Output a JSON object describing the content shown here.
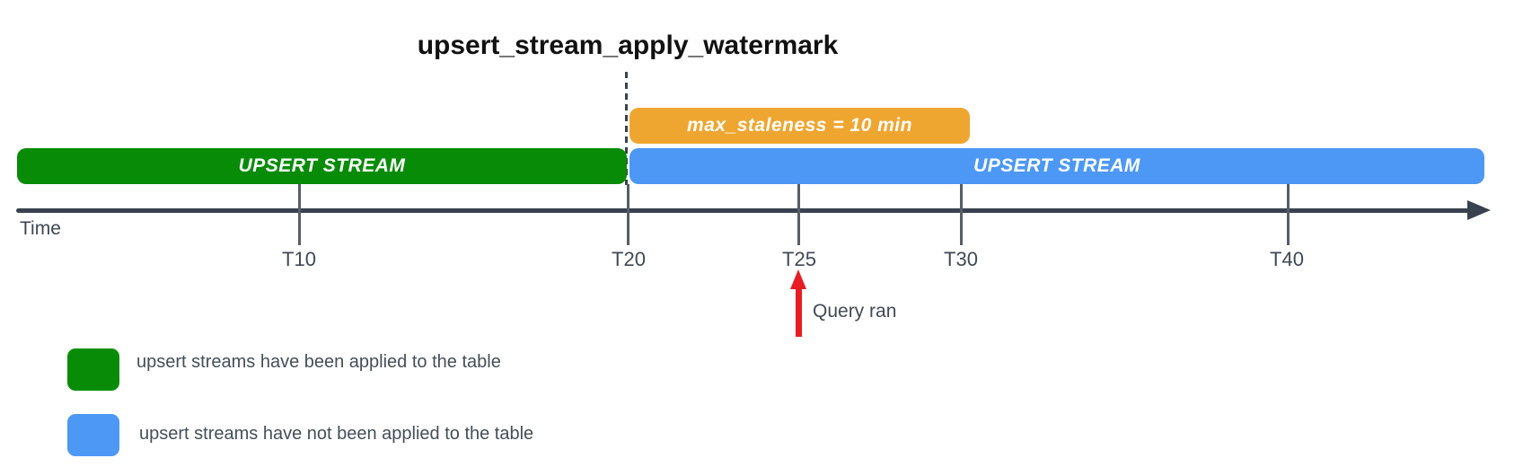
{
  "title": "upsert_stream_apply_watermark",
  "colors": {
    "green": "#088c08",
    "blue": "#4d98f5",
    "orange": "#efa631",
    "red": "#e61e23",
    "axis": "#39424e"
  },
  "bars": {
    "staleness": {
      "label": "max_staleness = 10 min"
    },
    "applied": {
      "label": "UPSERT STREAM"
    },
    "pending": {
      "label": "UPSERT STREAM"
    }
  },
  "timeline": {
    "axis_label": "Time",
    "ticks": [
      {
        "label": "T10"
      },
      {
        "label": "T20"
      },
      {
        "label": "T25"
      },
      {
        "label": "T30"
      },
      {
        "label": "T40"
      }
    ]
  },
  "annotations": {
    "query_ran": "Query ran"
  },
  "legend": {
    "items": [
      {
        "swatch_color": "green",
        "label": "upsert streams have been applied to the table"
      },
      {
        "swatch_color": "blue",
        "label": "upsert streams have not been applied to the table"
      }
    ]
  }
}
